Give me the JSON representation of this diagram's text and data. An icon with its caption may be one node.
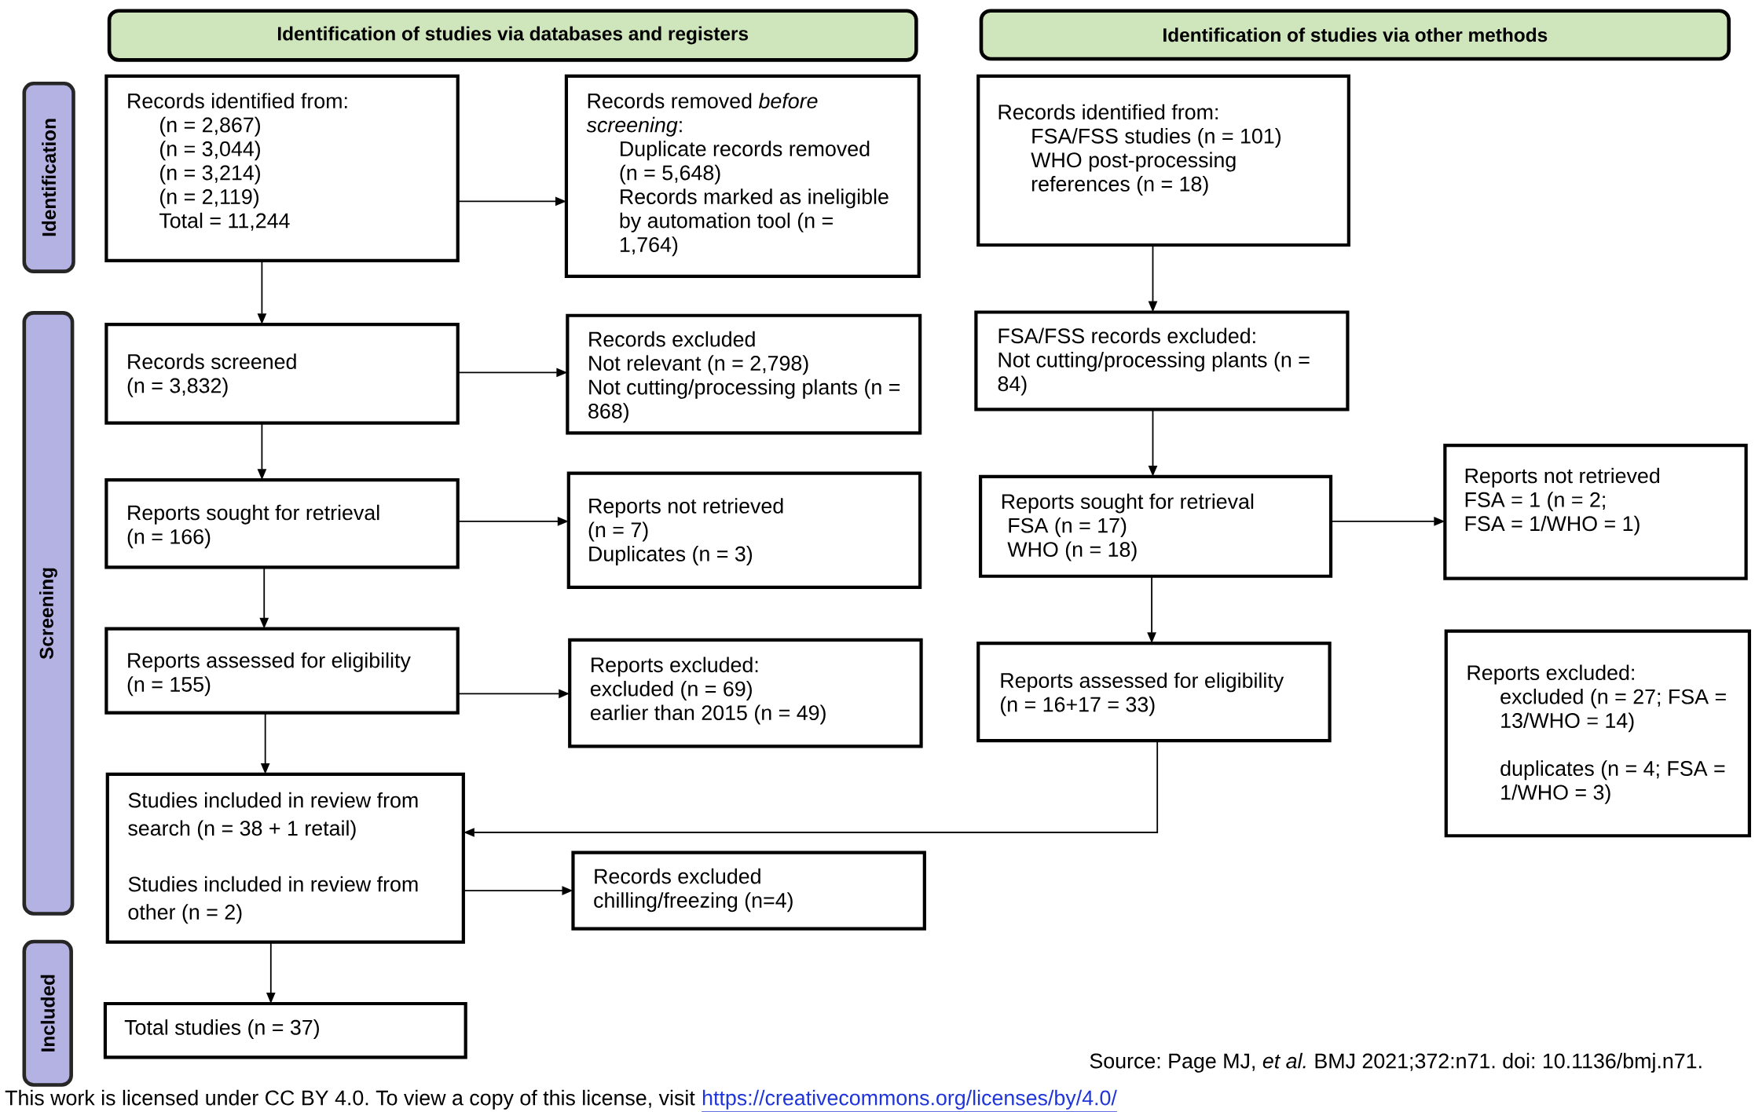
{
  "diagram": {
    "nodes": [
      {
        "text": [
          "Identification of studies via databases and registers"
        ]
      },
      {
        "text": [
          "Identification of studies via other methods"
        ]
      },
      {
        "text": [
          "Identification"
        ]
      },
      {
        "text": [
          "Records identified from:",
          "(n = 2,867)",
          "(n = 3,044)",
          "(n = 3,214)",
          "(n = 2,119)",
          "Total = 11,244"
        ]
      },
      {
        "text": [
          "Records removed *before screening*:",
          "Duplicate records removed (n = 5,648)",
          "Records marked as ineligible by automation tool (n = 1,764)"
        ]
      },
      {
        "text": [
          "Records identified from:",
          "FSA/FSS studies (n = 101)",
          "WHO post-processing references (n = 18)"
        ]
      },
      {
        "text": [
          "Screening"
        ]
      },
      {
        "text": [
          "Records screened",
          "(n = 3,832)"
        ]
      },
      {
        "text": [
          "Records excluded",
          "Not relevant (n = 2,798)",
          "Not cutting/processing plants (n = 868)"
        ]
      },
      {
        "text": [
          "FSA/FSS records excluded:",
          "Not cutting/processing plants (n = 84)"
        ]
      },
      {
        "text": [
          "Reports sought for retrieval",
          "(n = 166)"
        ]
      },
      {
        "text": [
          "Reports not retrieved",
          "(n = 7)",
          "Duplicates (n = 3)"
        ]
      },
      {
        "text": [
          "Reports sought for retrieval",
          "FSA (n = 17)",
          "WHO (n = 18)"
        ]
      },
      {
        "text": [
          "Reports not retrieved",
          "FSA = 1 (n = 2;",
          "FSA = 1/WHO = 1)"
        ]
      },
      {
        "text": [
          "Reports assessed for eligibility",
          "(n = 155)"
        ]
      },
      {
        "text": [
          "Reports excluded:",
          "excluded (n = 69)",
          "earlier than 2015 (n = 49)"
        ]
      },
      {
        "text": [
          "Reports assessed for eligibility",
          "(n = 16+17 = 33)"
        ]
      },
      {
        "text": [
          "Reports excluded:",
          "excluded (n = 27; FSA = 13/WHO = 14)",
          "duplicates (n = 4; FSA = 1/WHO = 3)"
        ]
      },
      {
        "text": [
          "Studies included in review from search (n = 38 + 1 retail)",
          "Studies included in review from other (n = 2)"
        ]
      },
      {
        "text": [
          "Records excluded",
          "chilling/freezing (n=4)"
        ]
      },
      {
        "text": [
          "Included"
        ]
      },
      {
        "text": [
          "Total studies (n = 37)"
        ]
      }
    ],
    "edges": [
      {
        "from": 3,
        "to": 4,
        "arrow": "to"
      },
      {
        "from": 3,
        "to": 7,
        "arrow": "to"
      },
      {
        "from": 5,
        "to": 9,
        "arrow": "to"
      },
      {
        "from": 7,
        "to": 8,
        "arrow": "to"
      },
      {
        "from": 7,
        "to": 10,
        "arrow": "to"
      },
      {
        "from": 9,
        "to": 12,
        "arrow": "to"
      },
      {
        "from": 10,
        "to": 11,
        "arrow": "to"
      },
      {
        "from": 10,
        "to": 14,
        "arrow": "to"
      },
      {
        "from": 12,
        "to": 13,
        "arrow": "to"
      },
      {
        "from": 12,
        "to": 16,
        "arrow": "to"
      },
      {
        "from": 14,
        "to": 15,
        "arrow": "to"
      },
      {
        "from": 14,
        "to": 18,
        "arrow": "to"
      },
      {
        "from": 16,
        "to": 18,
        "arrow": "to"
      },
      {
        "from": 18,
        "to": 19,
        "arrow": "to"
      },
      {
        "from": 18,
        "to": 21,
        "arrow": "to"
      }
    ],
    "labels": [
      "Source: Page MJ, *et al.* BMJ 2021;372:n71. doi: 10.1136/bmj.n71.",
      "This work is licensed under CC BY 4.0. To view a copy of this license, visit",
      "https://creativecommons.org/licenses/by/4.0/"
    ]
  }
}
